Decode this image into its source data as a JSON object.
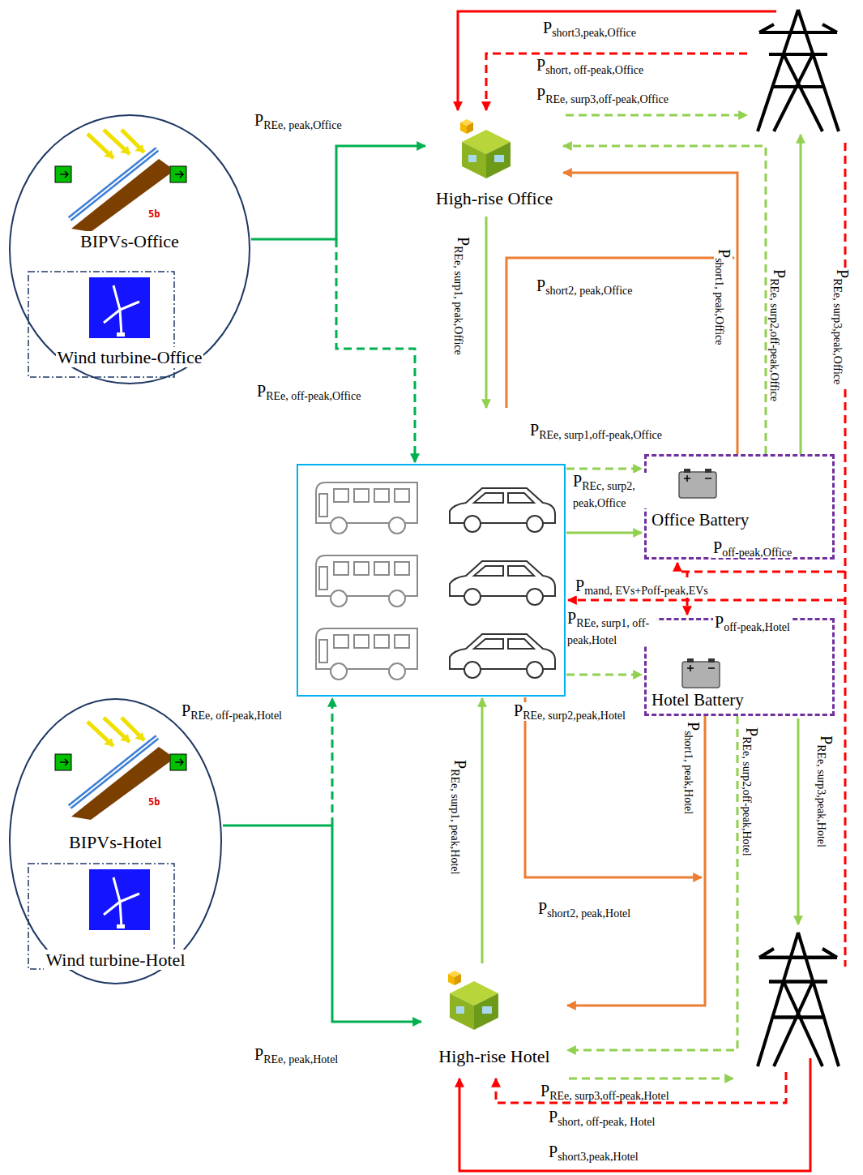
{
  "diagram": {
    "nodes": [
      {
        "text": [
          "BIPVs-Office",
          "Wind turbine-Office"
        ]
      },
      {
        "text": [
          "High-rise Office"
        ]
      },
      {
        "text": [
          "Office Battery"
        ]
      },
      {
        "text": [
          "Hotel Battery"
        ]
      },
      {
        "text": [
          "BIPVs-Hotel",
          "Wind turbine-Hotel"
        ]
      },
      {
        "text": [
          "High-rise Hotel"
        ]
      }
    ],
    "edges": [
      {
        "from": 0,
        "to": 1,
        "arrow": "to",
        "label": "PREe, peak,Office"
      },
      {
        "from": 2,
        "to": 1,
        "arrow": "to",
        "label": "Pshort1, peak,Office"
      },
      {
        "from": 2,
        "to": 1,
        "arrow": "to",
        "label": "PREe, surp2,off-peak,Office"
      },
      {
        "from": 3,
        "to": 5,
        "arrow": "to",
        "label": "Pshort1, peak,Hotel"
      },
      {
        "from": 3,
        "to": 5,
        "arrow": "to",
        "label": "PREe, surp2,off-peak,Hotel"
      },
      {
        "from": 4,
        "to": 5,
        "arrow": "to",
        "label": "PREe, peak,Hotel"
      }
    ],
    "labels": [
      "5b",
      "Pshort3,peak,Office",
      "Pshort, off-peak,Office",
      "PREe, surp3,off-peak,Office",
      "PREe, off-peak,Office",
      "PREe, surp1, peak,Office",
      "Pshort2, peak,Office",
      "PREe, surp3,peak,Office",
      "PREe, surp1,off-peak,Office",
      "PREc, surp2, peak,Office",
      "Poff-peak,Office",
      "Pmand, EVs+Poff-peak,EVs",
      "PREe, surp1, off-peak,Hotel",
      "Poff-peak,Hotel",
      "PREe, surp2,peak,Hotel",
      "5b",
      "PREe, off-peak,Hotel",
      "PREe, surp1, peak,Hotel",
      "PREe, surp3,peak,Hotel",
      "Pshort2, peak,Hotel",
      "PREe, surp3,off-peak,Hotel",
      "Pshort, off-peak, Hotel",
      "Pshort3,peak,Hotel"
    ]
  }
}
